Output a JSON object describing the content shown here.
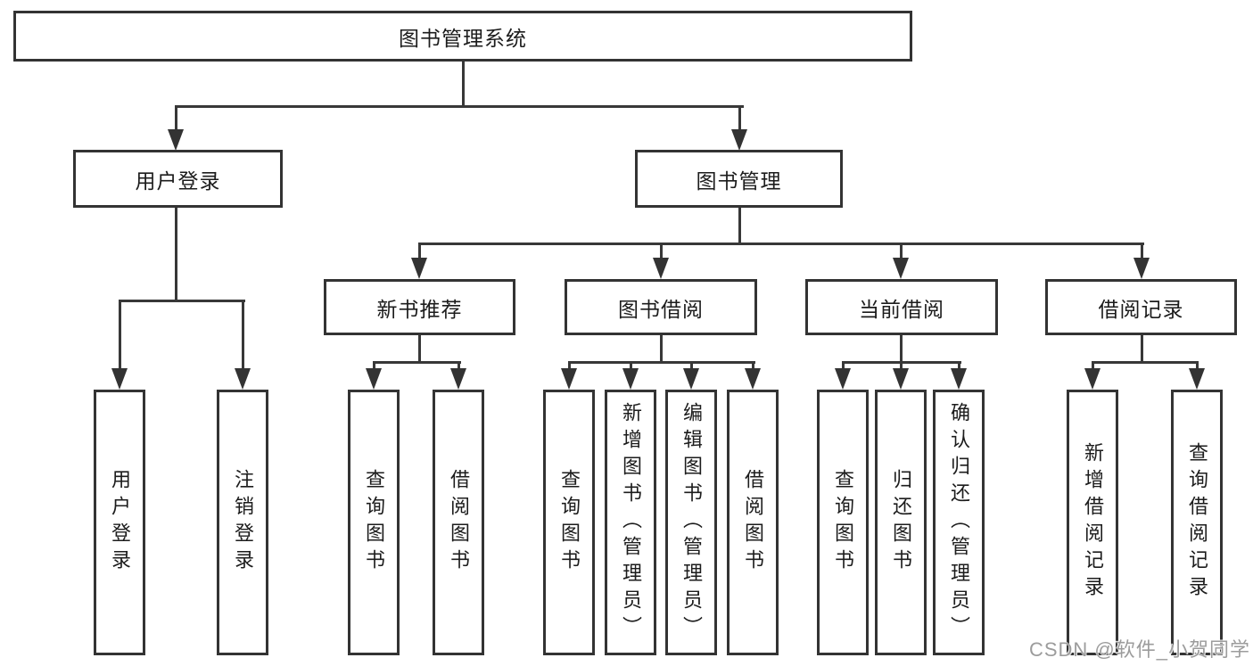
{
  "colors": {
    "stroke": "#333333",
    "line": "#383838",
    "text": "#1c1c1c",
    "watermark_text_color": "#9c9c9c",
    "background": "#ffffff"
  },
  "diagram": {
    "root": {
      "label": "图书管理系统"
    },
    "branches": {
      "user_login": {
        "label": "用户登录",
        "children": [
          "用户登录",
          "注销登录"
        ]
      },
      "book_mgmt": {
        "label": "图书管理"
      },
      "new_book": {
        "label": "新书推荐",
        "children": [
          "查询图书",
          "借阅图书"
        ]
      },
      "book_borrow": {
        "label": "图书借阅",
        "children": [
          "查询图书",
          "新增图书（管理员）",
          "编辑图书（管理员）",
          "借阅图书"
        ]
      },
      "current_borrow": {
        "label": "当前借阅",
        "children": [
          "查询图书",
          "归还图书",
          "确认归还（管理员）"
        ]
      },
      "borrow_record": {
        "label": "借阅记录",
        "children": [
          "新增借阅记录",
          "查询借阅记录"
        ]
      }
    }
  },
  "watermark": {
    "text": "CSDN @软件_小贺同学"
  }
}
